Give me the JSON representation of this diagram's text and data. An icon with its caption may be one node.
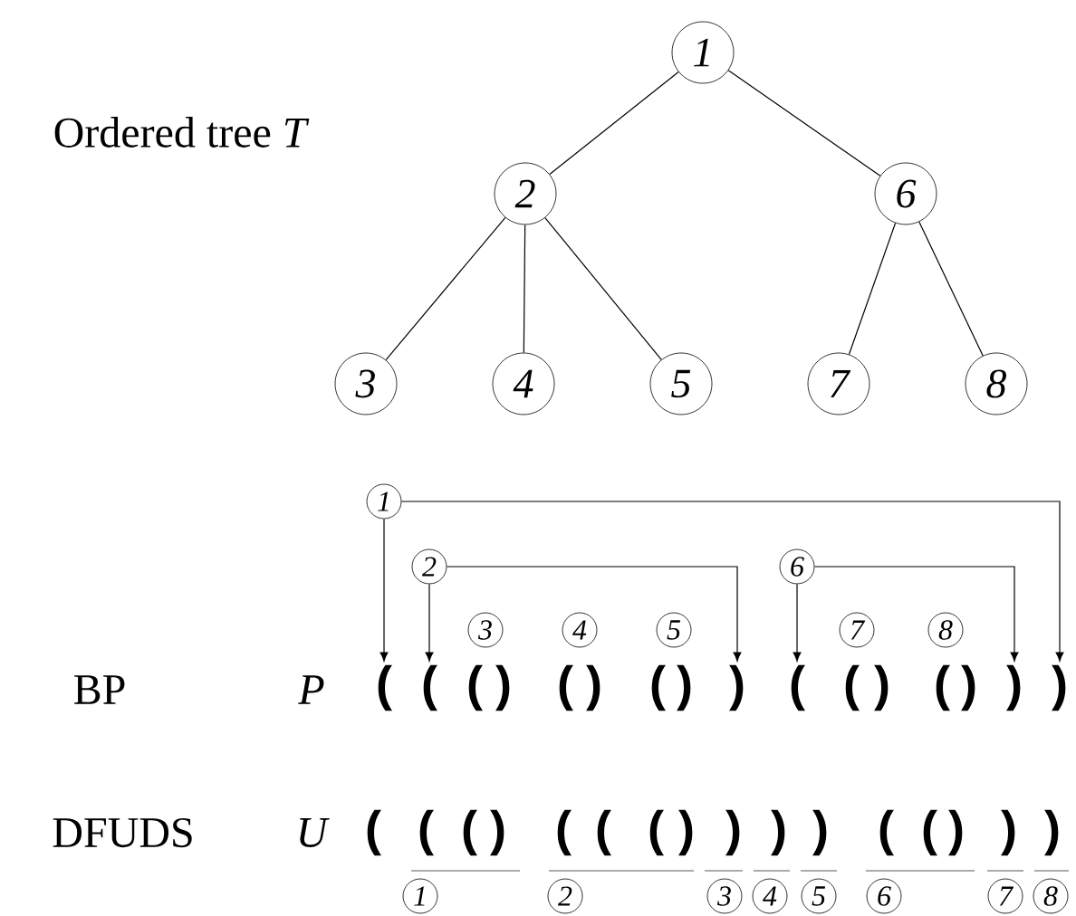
{
  "diagram": {
    "nodes": [
      {
        "text": [
          "1"
        ]
      },
      {
        "text": [
          "2"
        ]
      },
      {
        "text": [
          "3"
        ]
      },
      {
        "text": [
          "4"
        ]
      },
      {
        "text": [
          "5"
        ]
      },
      {
        "text": [
          "6"
        ]
      },
      {
        "text": [
          "7"
        ]
      },
      {
        "text": [
          "8"
        ]
      },
      {
        "text": [
          "1"
        ]
      },
      {
        "text": [
          "2"
        ]
      },
      {
        "text": [
          "6"
        ]
      },
      {
        "text": [
          "3"
        ]
      },
      {
        "text": [
          "4"
        ]
      },
      {
        "text": [
          "5"
        ]
      },
      {
        "text": [
          "7"
        ]
      },
      {
        "text": [
          "8"
        ]
      },
      {
        "text": [
          "("
        ]
      },
      {
        "text": [
          "("
        ]
      },
      {
        "text": [
          "("
        ]
      },
      {
        "text": [
          ")"
        ]
      },
      {
        "text": [
          "("
        ]
      },
      {
        "text": [
          ")"
        ]
      },
      {
        "text": [
          "("
        ]
      },
      {
        "text": [
          ")"
        ]
      },
      {
        "text": [
          ")"
        ]
      },
      {
        "text": [
          "("
        ]
      },
      {
        "text": [
          "("
        ]
      },
      {
        "text": [
          ")"
        ]
      },
      {
        "text": [
          "("
        ]
      },
      {
        "text": [
          ")"
        ]
      },
      {
        "text": [
          ")"
        ]
      },
      {
        "text": [
          ")"
        ]
      },
      {
        "text": [
          "1"
        ]
      },
      {
        "text": [
          "2"
        ]
      },
      {
        "text": [
          "3"
        ]
      },
      {
        "text": [
          "4"
        ]
      },
      {
        "text": [
          "5"
        ]
      },
      {
        "text": [
          "6"
        ]
      },
      {
        "text": [
          "7"
        ]
      },
      {
        "text": [
          "8"
        ]
      }
    ],
    "edges": [
      {
        "from": 0,
        "to": 1,
        "arrow": "none"
      },
      {
        "from": 0,
        "to": 5,
        "arrow": "none"
      },
      {
        "from": 1,
        "to": 2,
        "arrow": "none"
      },
      {
        "from": 1,
        "to": 3,
        "arrow": "none"
      },
      {
        "from": 1,
        "to": 4,
        "arrow": "none"
      },
      {
        "from": 5,
        "to": 6,
        "arrow": "none"
      },
      {
        "from": 5,
        "to": 7,
        "arrow": "none"
      },
      {
        "from": 8,
        "to": 16,
        "arrow": "to"
      },
      {
        "from": 8,
        "to": 31,
        "arrow": "to"
      },
      {
        "from": 9,
        "to": 17,
        "arrow": "to"
      },
      {
        "from": 9,
        "to": 24,
        "arrow": "to"
      },
      {
        "from": 10,
        "to": 25,
        "arrow": "to"
      },
      {
        "from": 10,
        "to": 30,
        "arrow": "to"
      }
    ],
    "labels": [
      "Ordered tree *T*",
      "BP",
      "P",
      "DFUDS",
      "U",
      "(",
      "(",
      "(",
      ")",
      "(",
      "(",
      "(",
      ")",
      ")",
      ")",
      ")",
      "(",
      "(",
      ")",
      ")",
      ")"
    ]
  }
}
